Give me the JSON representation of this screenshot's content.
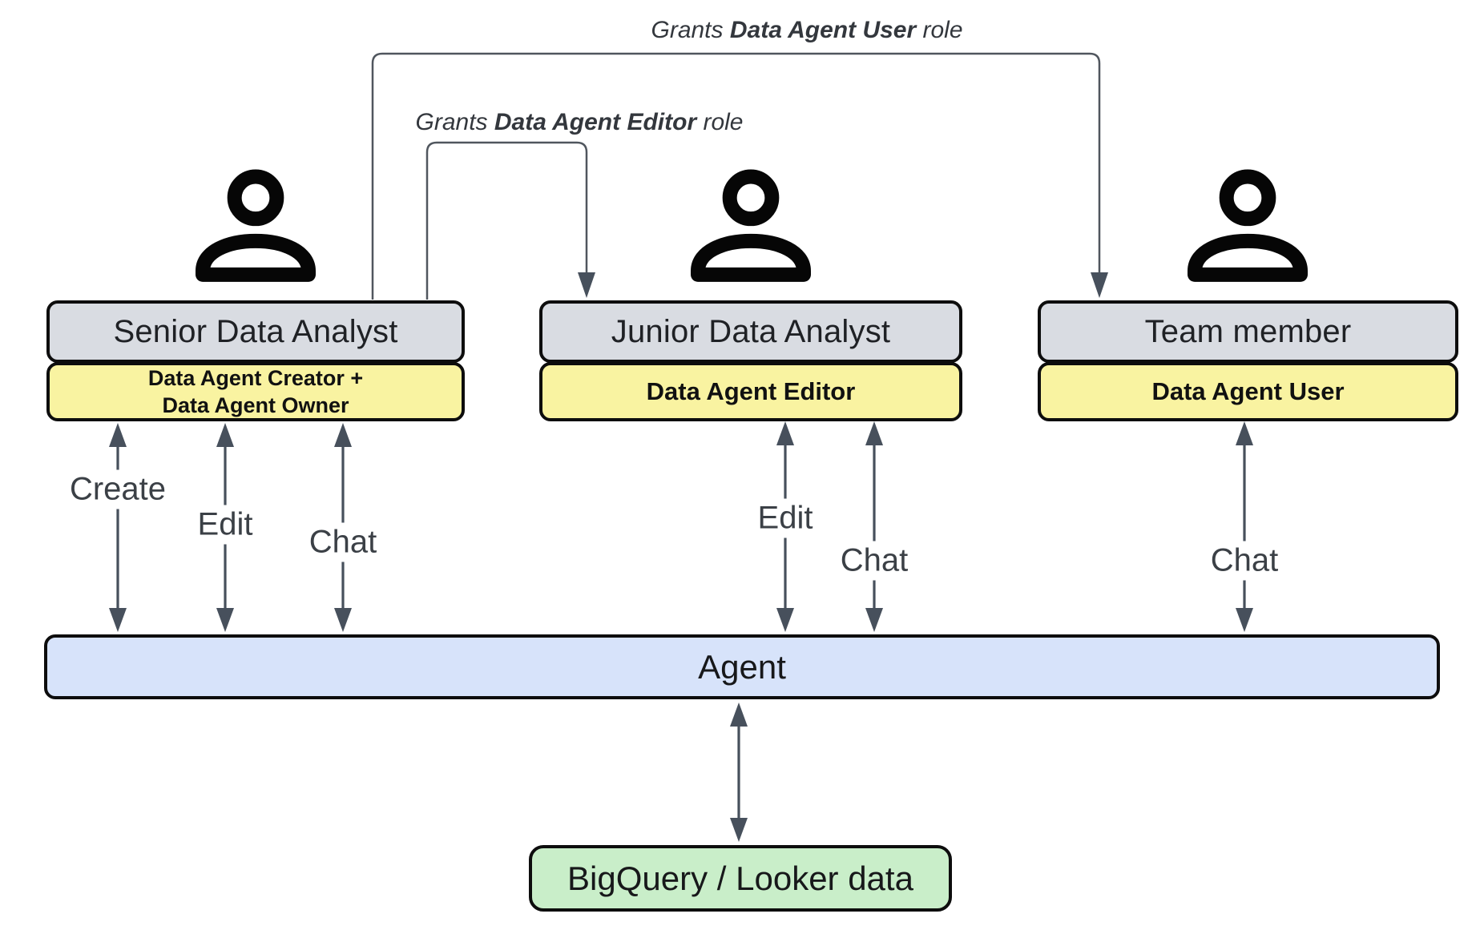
{
  "palette": {
    "actor_box": "#d9dce2",
    "role_box": "#f9f3a1",
    "agent_box": "#d7e3fa",
    "data_box": "#c9eec9",
    "arrow": "#47505c",
    "connector": "#50565e"
  },
  "grant_labels": [
    {
      "prefix": "Grants ",
      "role": "Data Agent User",
      "suffix": " role"
    },
    {
      "prefix": "Grants ",
      "role": "Data Agent Editor",
      "suffix": " role"
    }
  ],
  "actors": [
    {
      "title": "Senior Data Analyst",
      "role_line1": "Data Agent Creator +",
      "role_line2": "Data Agent Owner"
    },
    {
      "title": "Junior Data Analyst",
      "role_line1": "Data Agent Editor"
    },
    {
      "title": "Team member",
      "role_line1": "Data Agent User"
    }
  ],
  "action_labels": [
    "Create",
    "Edit",
    "Chat",
    "Edit",
    "Chat",
    "Chat"
  ],
  "agent_label": "Agent",
  "datastore_label": "BigQuery / Looker data"
}
